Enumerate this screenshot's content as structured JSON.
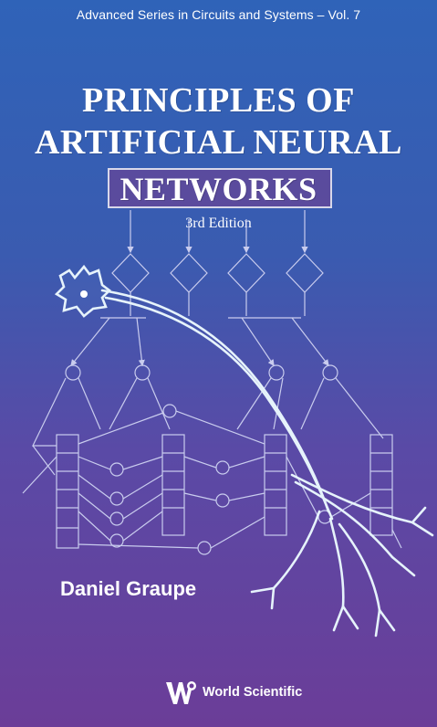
{
  "series": "Advanced Series in Circuits and Systems – Vol. 7",
  "title": {
    "line1": "PRINCIPLES OF",
    "line2": "ARTIFICIAL NEURAL",
    "line3": "NETWORKS"
  },
  "edition": "3rd Edition",
  "author": "Daniel Graupe",
  "publisher": {
    "name": "World Scientific",
    "logo_icon": "world-scientific-logo-icon"
  },
  "colors": {
    "background_top": "#2f63b8",
    "background_bottom": "#6b3d98",
    "diagram_lines": "#c9ccee",
    "neuron": "#e6f3fb"
  }
}
